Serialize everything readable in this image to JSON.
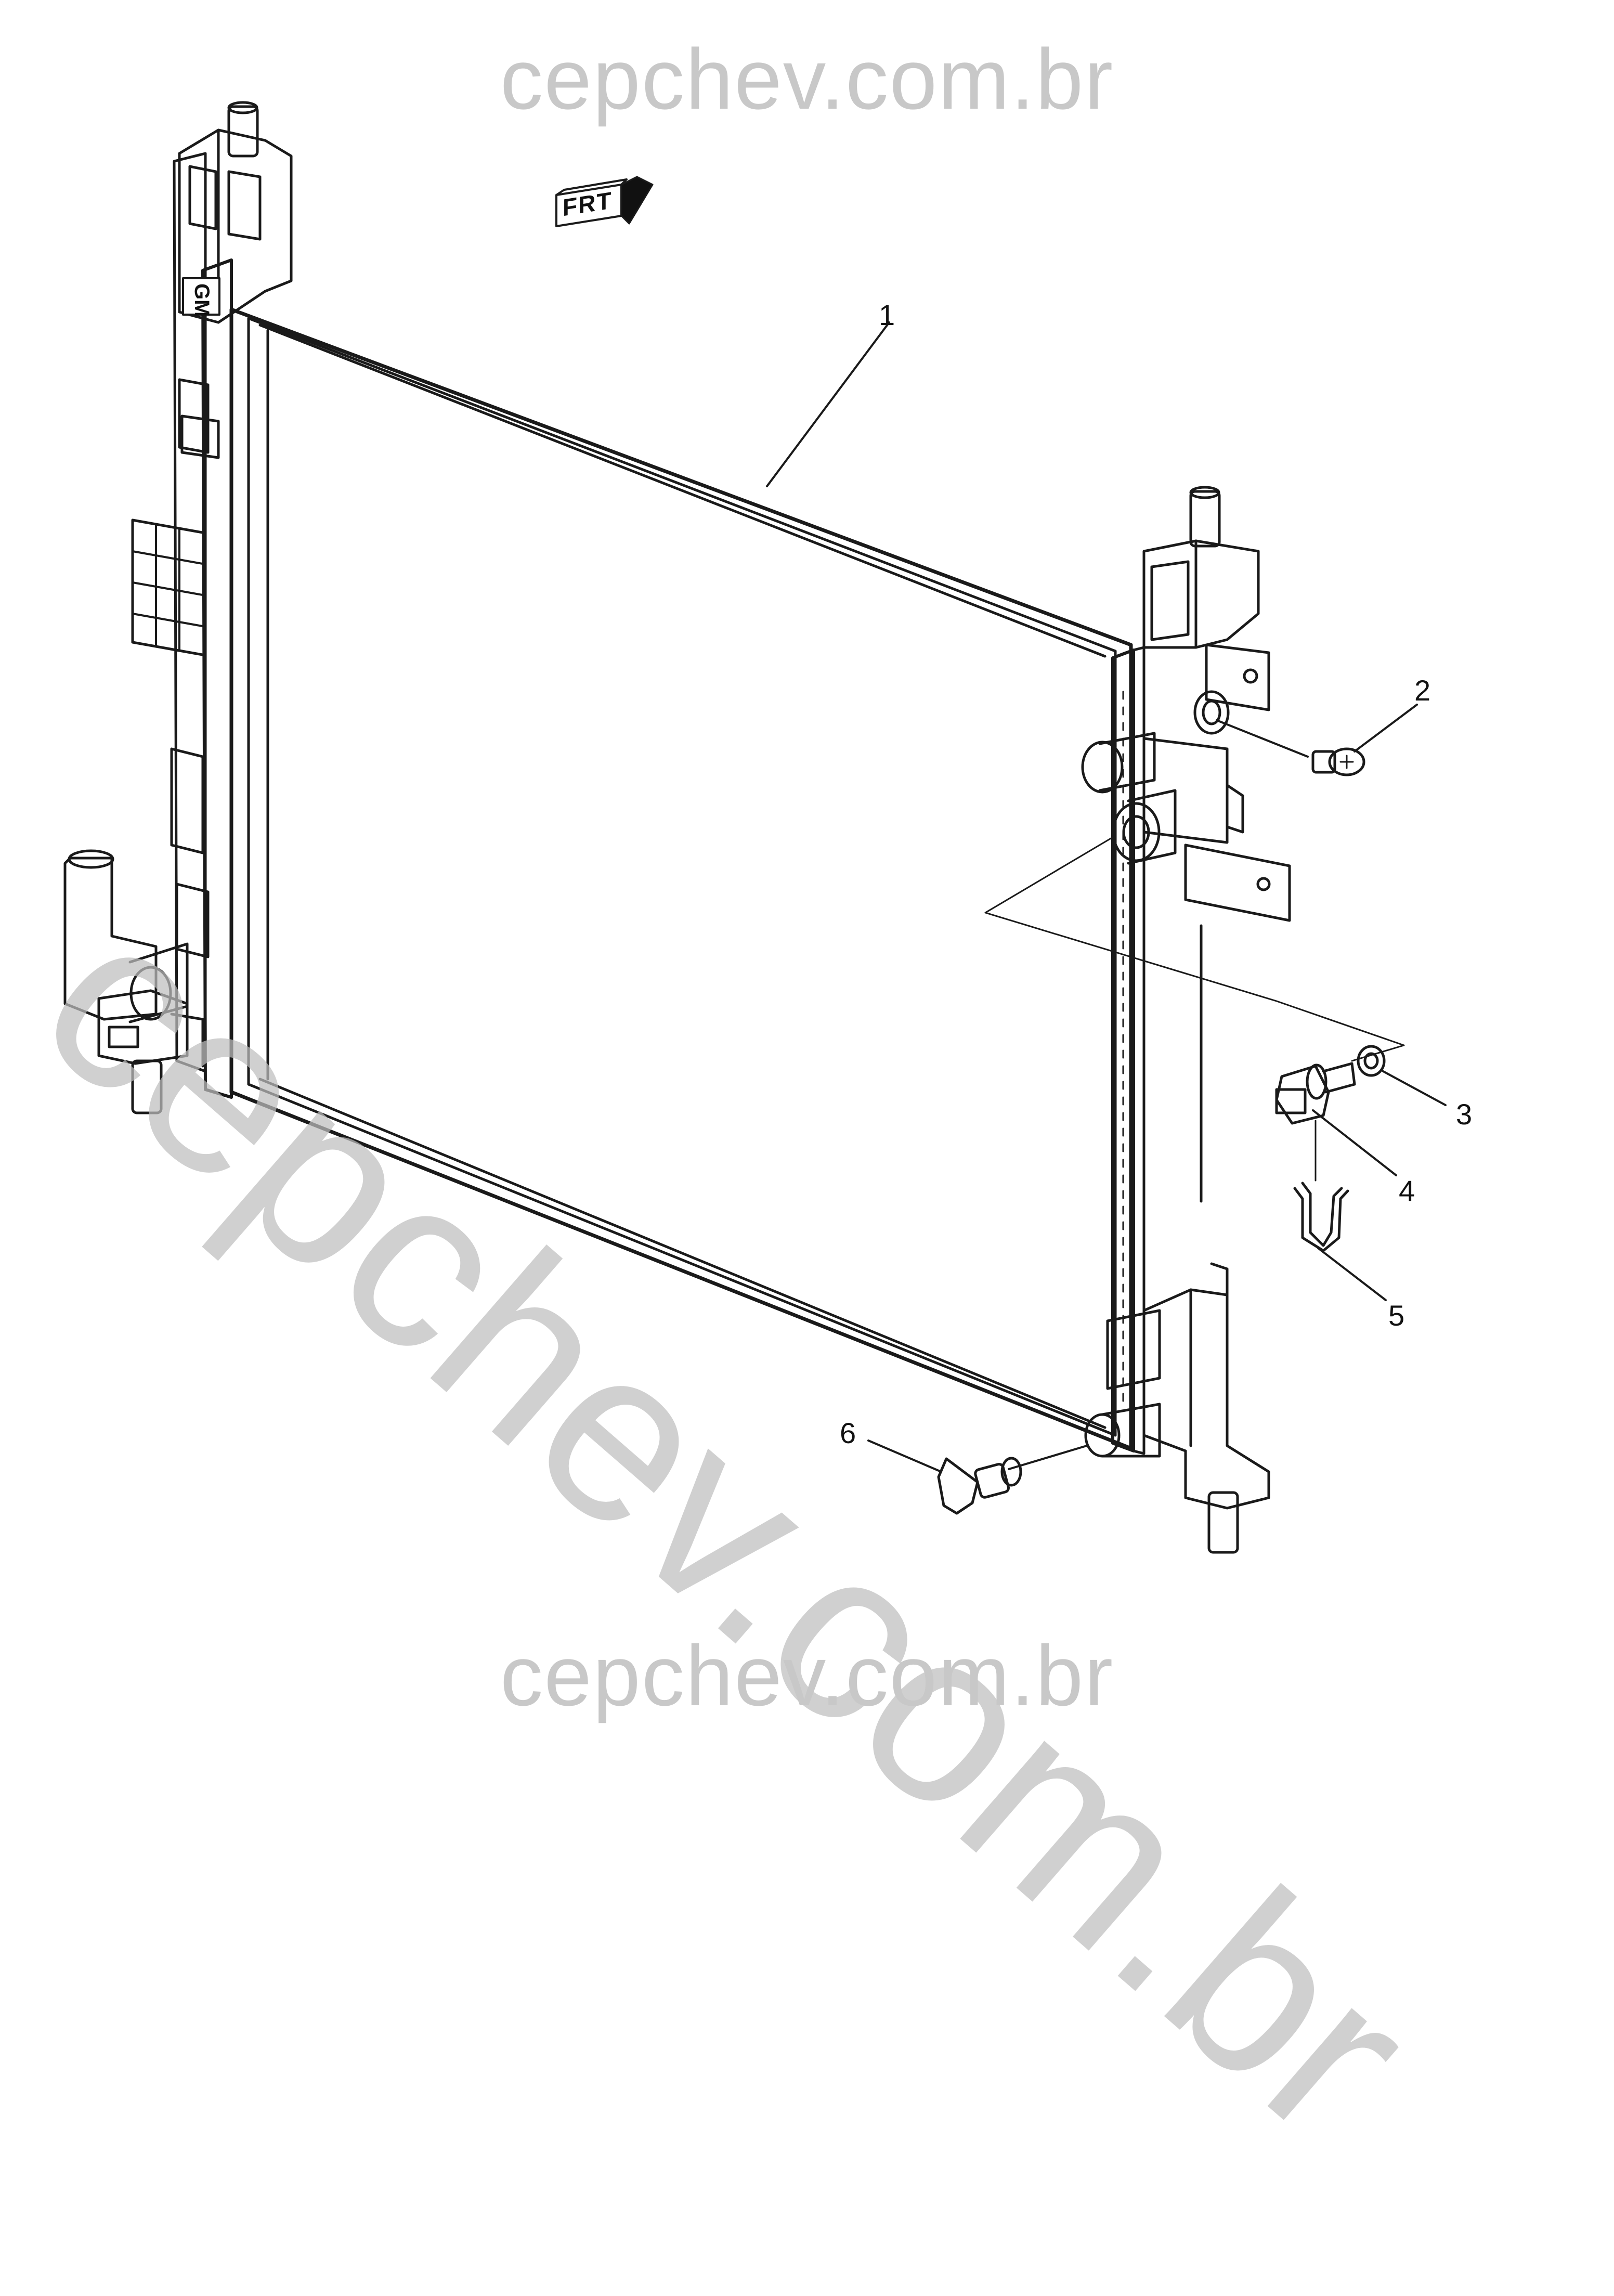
{
  "watermark": {
    "top": "cepchev.com.br",
    "bottom": "cepchev.com.br",
    "diagonal": "cepchev.com.br"
  },
  "orientation_marker": {
    "text": "FRT",
    "icon": "front-arrow-icon"
  },
  "logo": {
    "text": "GM"
  },
  "callouts": [
    "1",
    "2",
    "3",
    "4",
    "5",
    "6"
  ],
  "colors": {
    "line": "#1a1a1a",
    "watermark": "#c8c8c8"
  }
}
